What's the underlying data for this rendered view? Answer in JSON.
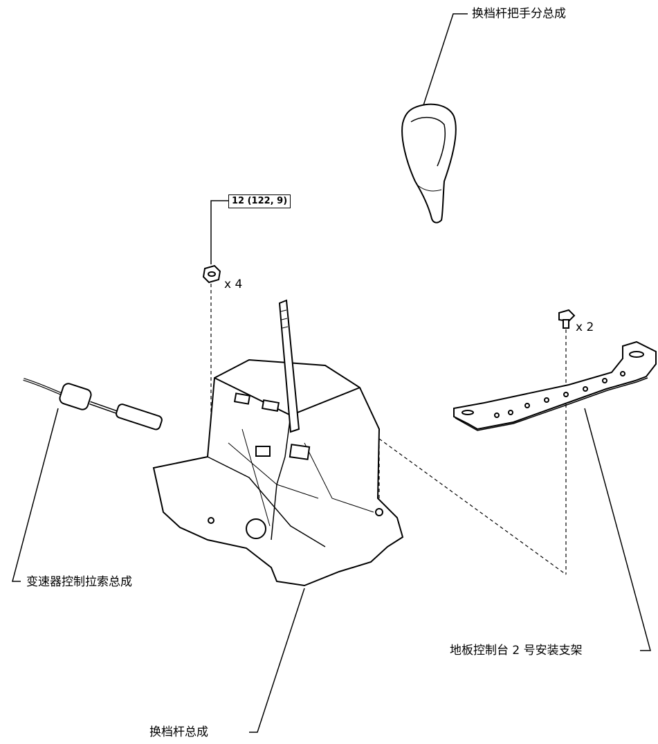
{
  "labels": {
    "shift_knob": "换档杆把手分总成",
    "cable": "变速器控制拉索总成",
    "lever_assembly": "换档杆总成",
    "bracket": "地板控制台 2 号安装支架"
  },
  "torque": "12 (122, 9)",
  "quantities": {
    "nuts": "x 4",
    "bolts": "x 2"
  }
}
